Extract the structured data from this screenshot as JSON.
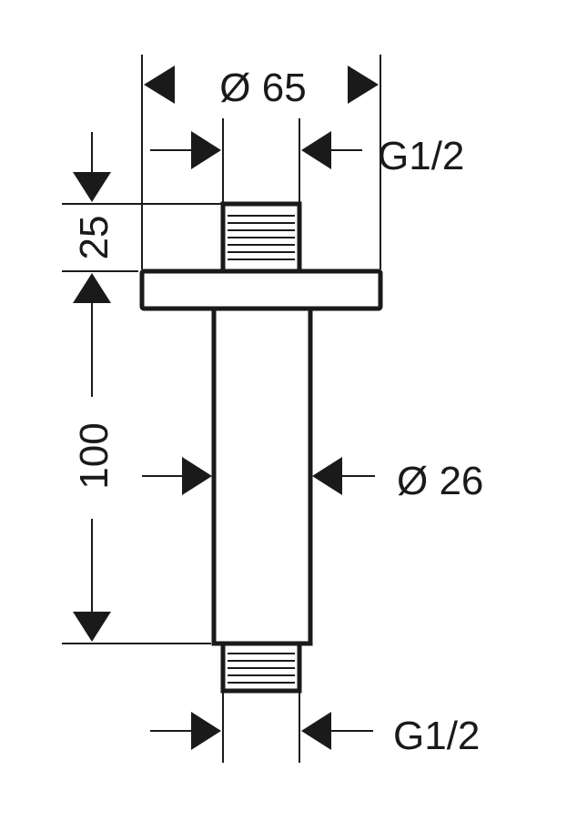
{
  "dimensions": {
    "flange_diameter": "Ø 65",
    "top_thread": "G1/2",
    "top_thread_length": "25",
    "arm_length": "100",
    "pipe_diameter": "Ø 26",
    "bottom_thread": "G1/2"
  }
}
